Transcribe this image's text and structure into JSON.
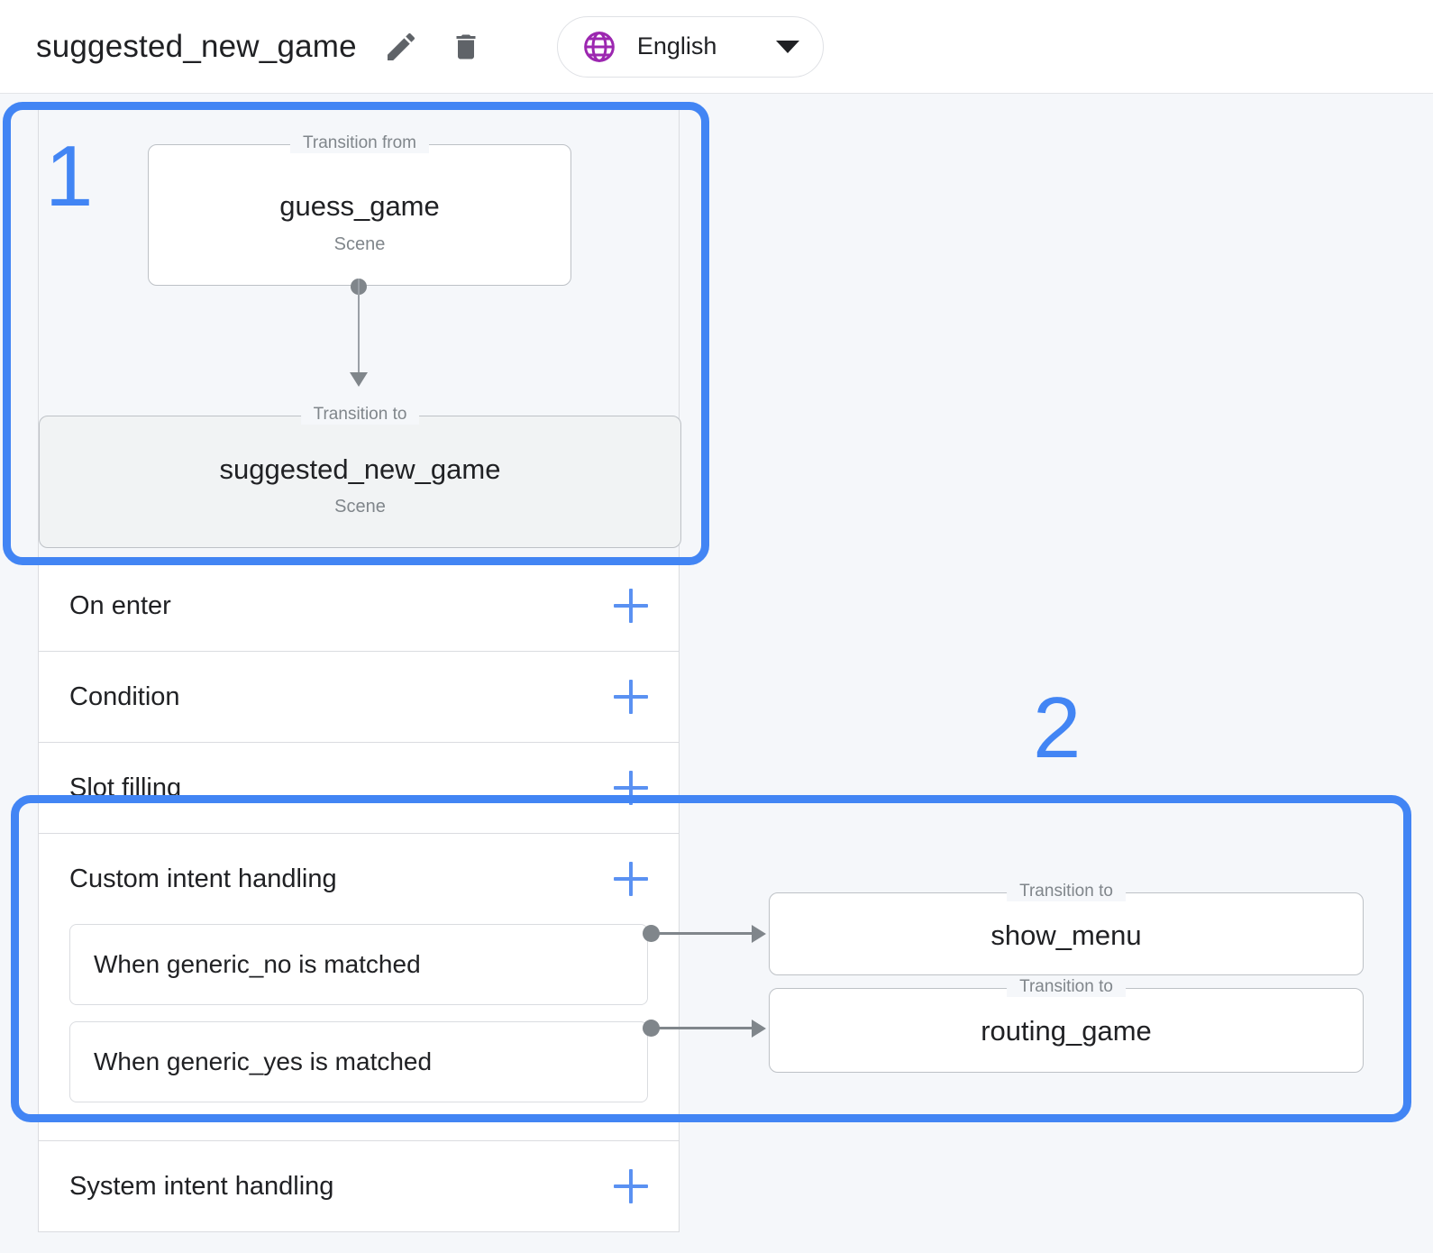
{
  "header": {
    "scene_name": "suggested_new_game",
    "edit_icon": "pencil-icon",
    "delete_icon": "trash-icon",
    "language": {
      "icon": "globe-icon",
      "label": "English",
      "caret": "chevron-down-icon"
    }
  },
  "annotations": {
    "color": "#4285f4",
    "markers": [
      {
        "number": "1"
      },
      {
        "number": "2"
      }
    ]
  },
  "graph": {
    "from": {
      "legend": "Transition from",
      "name": "guess_game",
      "subtitle": "Scene"
    },
    "to": {
      "legend": "Transition to",
      "name": "suggested_new_game",
      "subtitle": "Scene"
    }
  },
  "sections": [
    {
      "title": "On enter",
      "add_label": "+"
    },
    {
      "title": "Condition",
      "add_label": "+"
    },
    {
      "title": "Slot filling",
      "add_label": "+"
    },
    {
      "title": "Custom intent handling",
      "add_label": "+"
    },
    {
      "title": "System intent handling",
      "add_label": "+"
    }
  ],
  "custom_intent_handling": {
    "title": "Custom intent handling",
    "intents": [
      {
        "label": "When generic_no is matched"
      },
      {
        "label": "When generic_yes is matched"
      }
    ]
  },
  "transitions_out": [
    {
      "legend": "Transition to",
      "target": "show_menu"
    },
    {
      "legend": "Transition to",
      "target": "routing_game"
    }
  ],
  "colors": {
    "accent_blue": "#4285f4",
    "plus_blue": "#5a91f2",
    "globe_purple": "#9c27b0",
    "icon_gray": "#5f6368",
    "page_bg": "#f5f7fa",
    "card_shaded": "#f1f3f4"
  }
}
